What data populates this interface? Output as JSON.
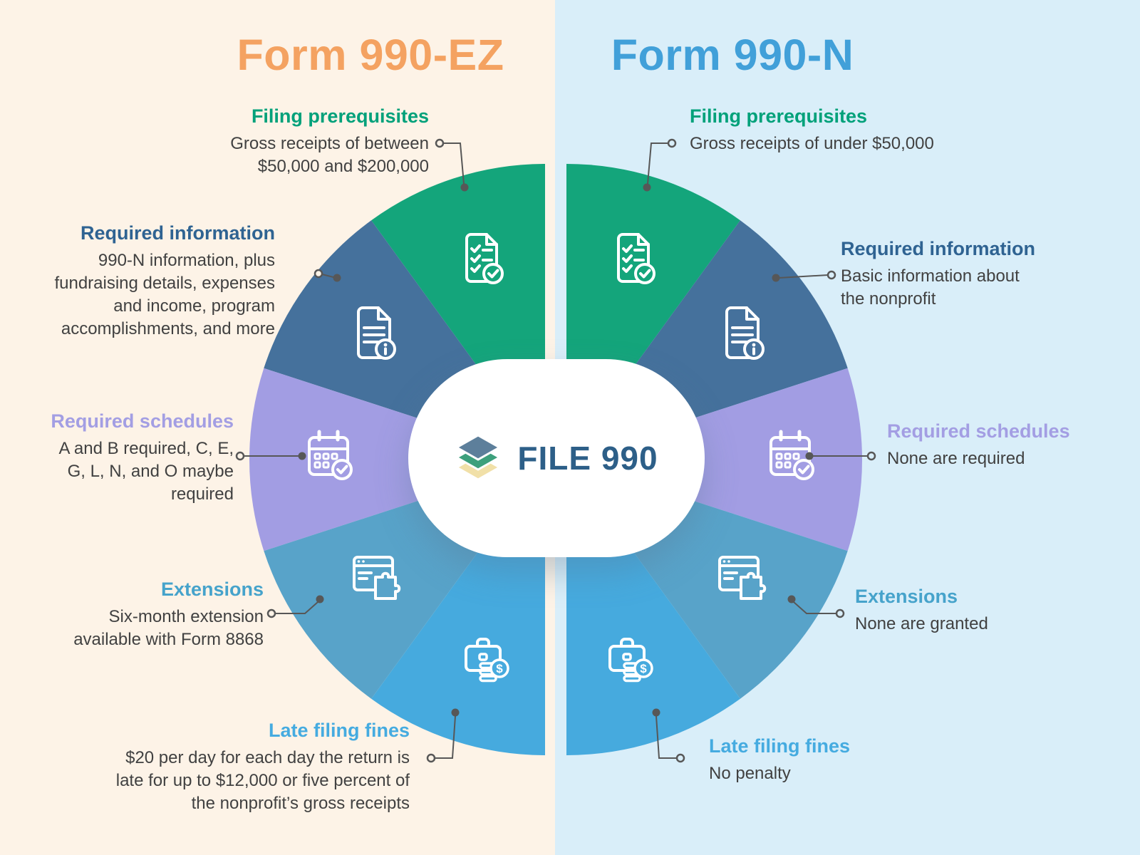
{
  "left_panel": {
    "title": "Form 990-EZ",
    "title_color": "#f4a261",
    "background_color": "#fdf3e7",
    "sections": [
      {
        "heading": "Filing prerequisites",
        "heading_color": "#00a17a",
        "body": "Gross receipts of between\n$50,000 and $200,000"
      },
      {
        "heading": "Required information",
        "heading_color": "#2f6392",
        "body": "990-N information, plus\nfundraising details, expenses\nand income, program\naccomplishments, and more"
      },
      {
        "heading": "Required schedules",
        "heading_color": "#a39ee3",
        "body": "A and B required, C, E,\nG, L, N, and O maybe\nrequired"
      },
      {
        "heading": "Extensions",
        "heading_color": "#46a3cb",
        "body": "Six-month extension\navailable with Form 8868"
      },
      {
        "heading": "Late filing fines",
        "heading_color": "#45abe0",
        "body": "$20 per day for each day the return is\nlate for up to $12,000 or five percent of\nthe nonprofit’s gross receipts"
      }
    ]
  },
  "right_panel": {
    "title": "Form 990-N",
    "title_color": "#41a0d9",
    "background_color": "#d9eef9",
    "sections": [
      {
        "heading": "Filing prerequisites",
        "heading_color": "#00a17a",
        "body": "Gross receipts of under $50,000"
      },
      {
        "heading": "Required information",
        "heading_color": "#2f6392",
        "body": "Basic information about\nthe nonprofit"
      },
      {
        "heading": "Required schedules",
        "heading_color": "#a39ee3",
        "body": "None are required"
      },
      {
        "heading": "Extensions",
        "heading_color": "#46a3cb",
        "body": "None are granted"
      },
      {
        "heading": "Late filing fines",
        "heading_color": "#45abe0",
        "body": "No penalty"
      }
    ]
  },
  "center": {
    "logo_text": "FILE 990",
    "logo_text_color": "#2d5f88",
    "logo_icon": "layered-stack-icon"
  },
  "wheel": {
    "segments": [
      {
        "name": "filing-prerequisites",
        "color": "#14a57b",
        "icon": "checklist-document-icon"
      },
      {
        "name": "required-information",
        "color": "#45719c",
        "icon": "document-info-icon"
      },
      {
        "name": "required-schedules",
        "color": "#a29de3",
        "icon": "calendar-check-icon"
      },
      {
        "name": "extensions",
        "color": "#58a3c9",
        "icon": "browser-puzzle-icon"
      },
      {
        "name": "late-filing-fines",
        "color": "#46aade",
        "icon": "briefcase-money-icon"
      }
    ]
  }
}
